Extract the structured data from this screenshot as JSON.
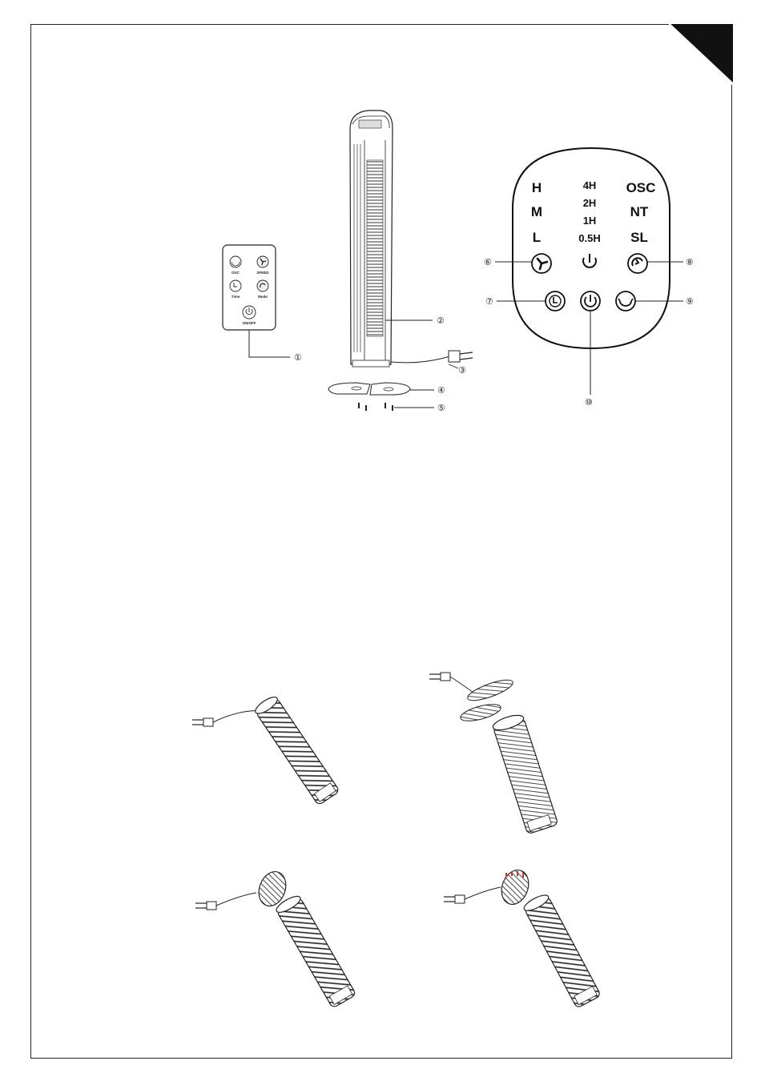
{
  "remote": {
    "labels": {
      "osc": "OSC",
      "speed": "SPEED",
      "time": "Time",
      "mode": "Mode",
      "onoff": "ON/OFF"
    }
  },
  "panel": {
    "speeds": [
      "H",
      "M",
      "L"
    ],
    "timers": [
      "4H",
      "2H",
      "1H",
      "0.5H"
    ],
    "modes": [
      "OSC",
      "NT",
      "SL"
    ]
  },
  "callouts": {
    "c1": "①",
    "c2": "②",
    "c3": "③",
    "c4": "④",
    "c5": "⑤",
    "c6": "⑥",
    "c7": "⑦",
    "c8": "⑧",
    "c9": "⑨",
    "c10": "⑩"
  },
  "icons": {
    "remote": [
      "oscillation-icon",
      "fan-speed-icon",
      "timer-icon",
      "mode-icon",
      "power-icon"
    ],
    "panel": [
      "fan-speed-icon",
      "power-indicator-icon",
      "mode-icon",
      "timer-icon",
      "power-icon",
      "oscillation-icon"
    ]
  },
  "colors": {
    "line": "#222222",
    "accent": "#c0392b"
  }
}
